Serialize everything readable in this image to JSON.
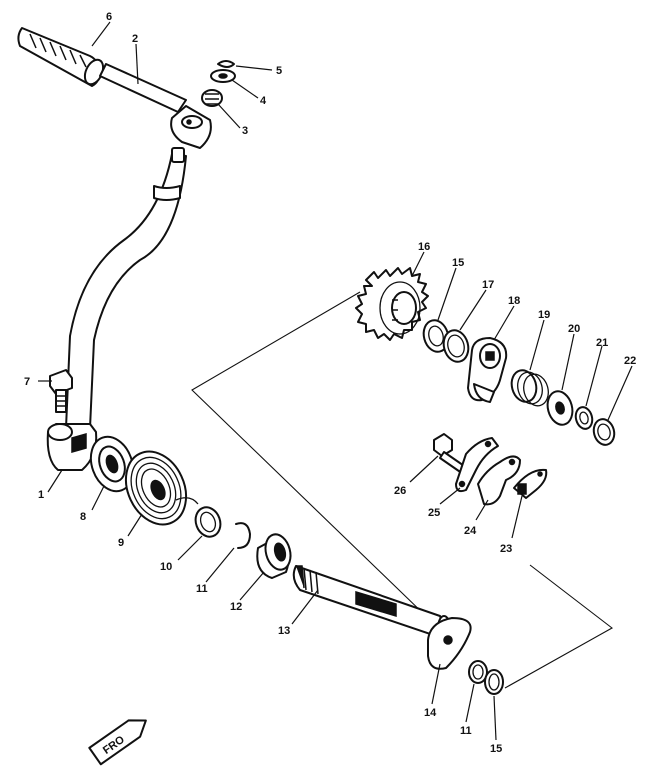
{
  "diagram": {
    "labels": [
      "1",
      "2",
      "3",
      "4",
      "5",
      "6",
      "7",
      "8",
      "9",
      "10",
      "11",
      "12",
      "13",
      "14",
      "11",
      "15",
      "16",
      "15",
      "17",
      "18",
      "19",
      "20",
      "21",
      "22",
      "23",
      "24",
      "25",
      "26"
    ],
    "front_mark": "FRO"
  },
  "colors": {
    "ink": "#111111",
    "paper": "#ffffff"
  }
}
